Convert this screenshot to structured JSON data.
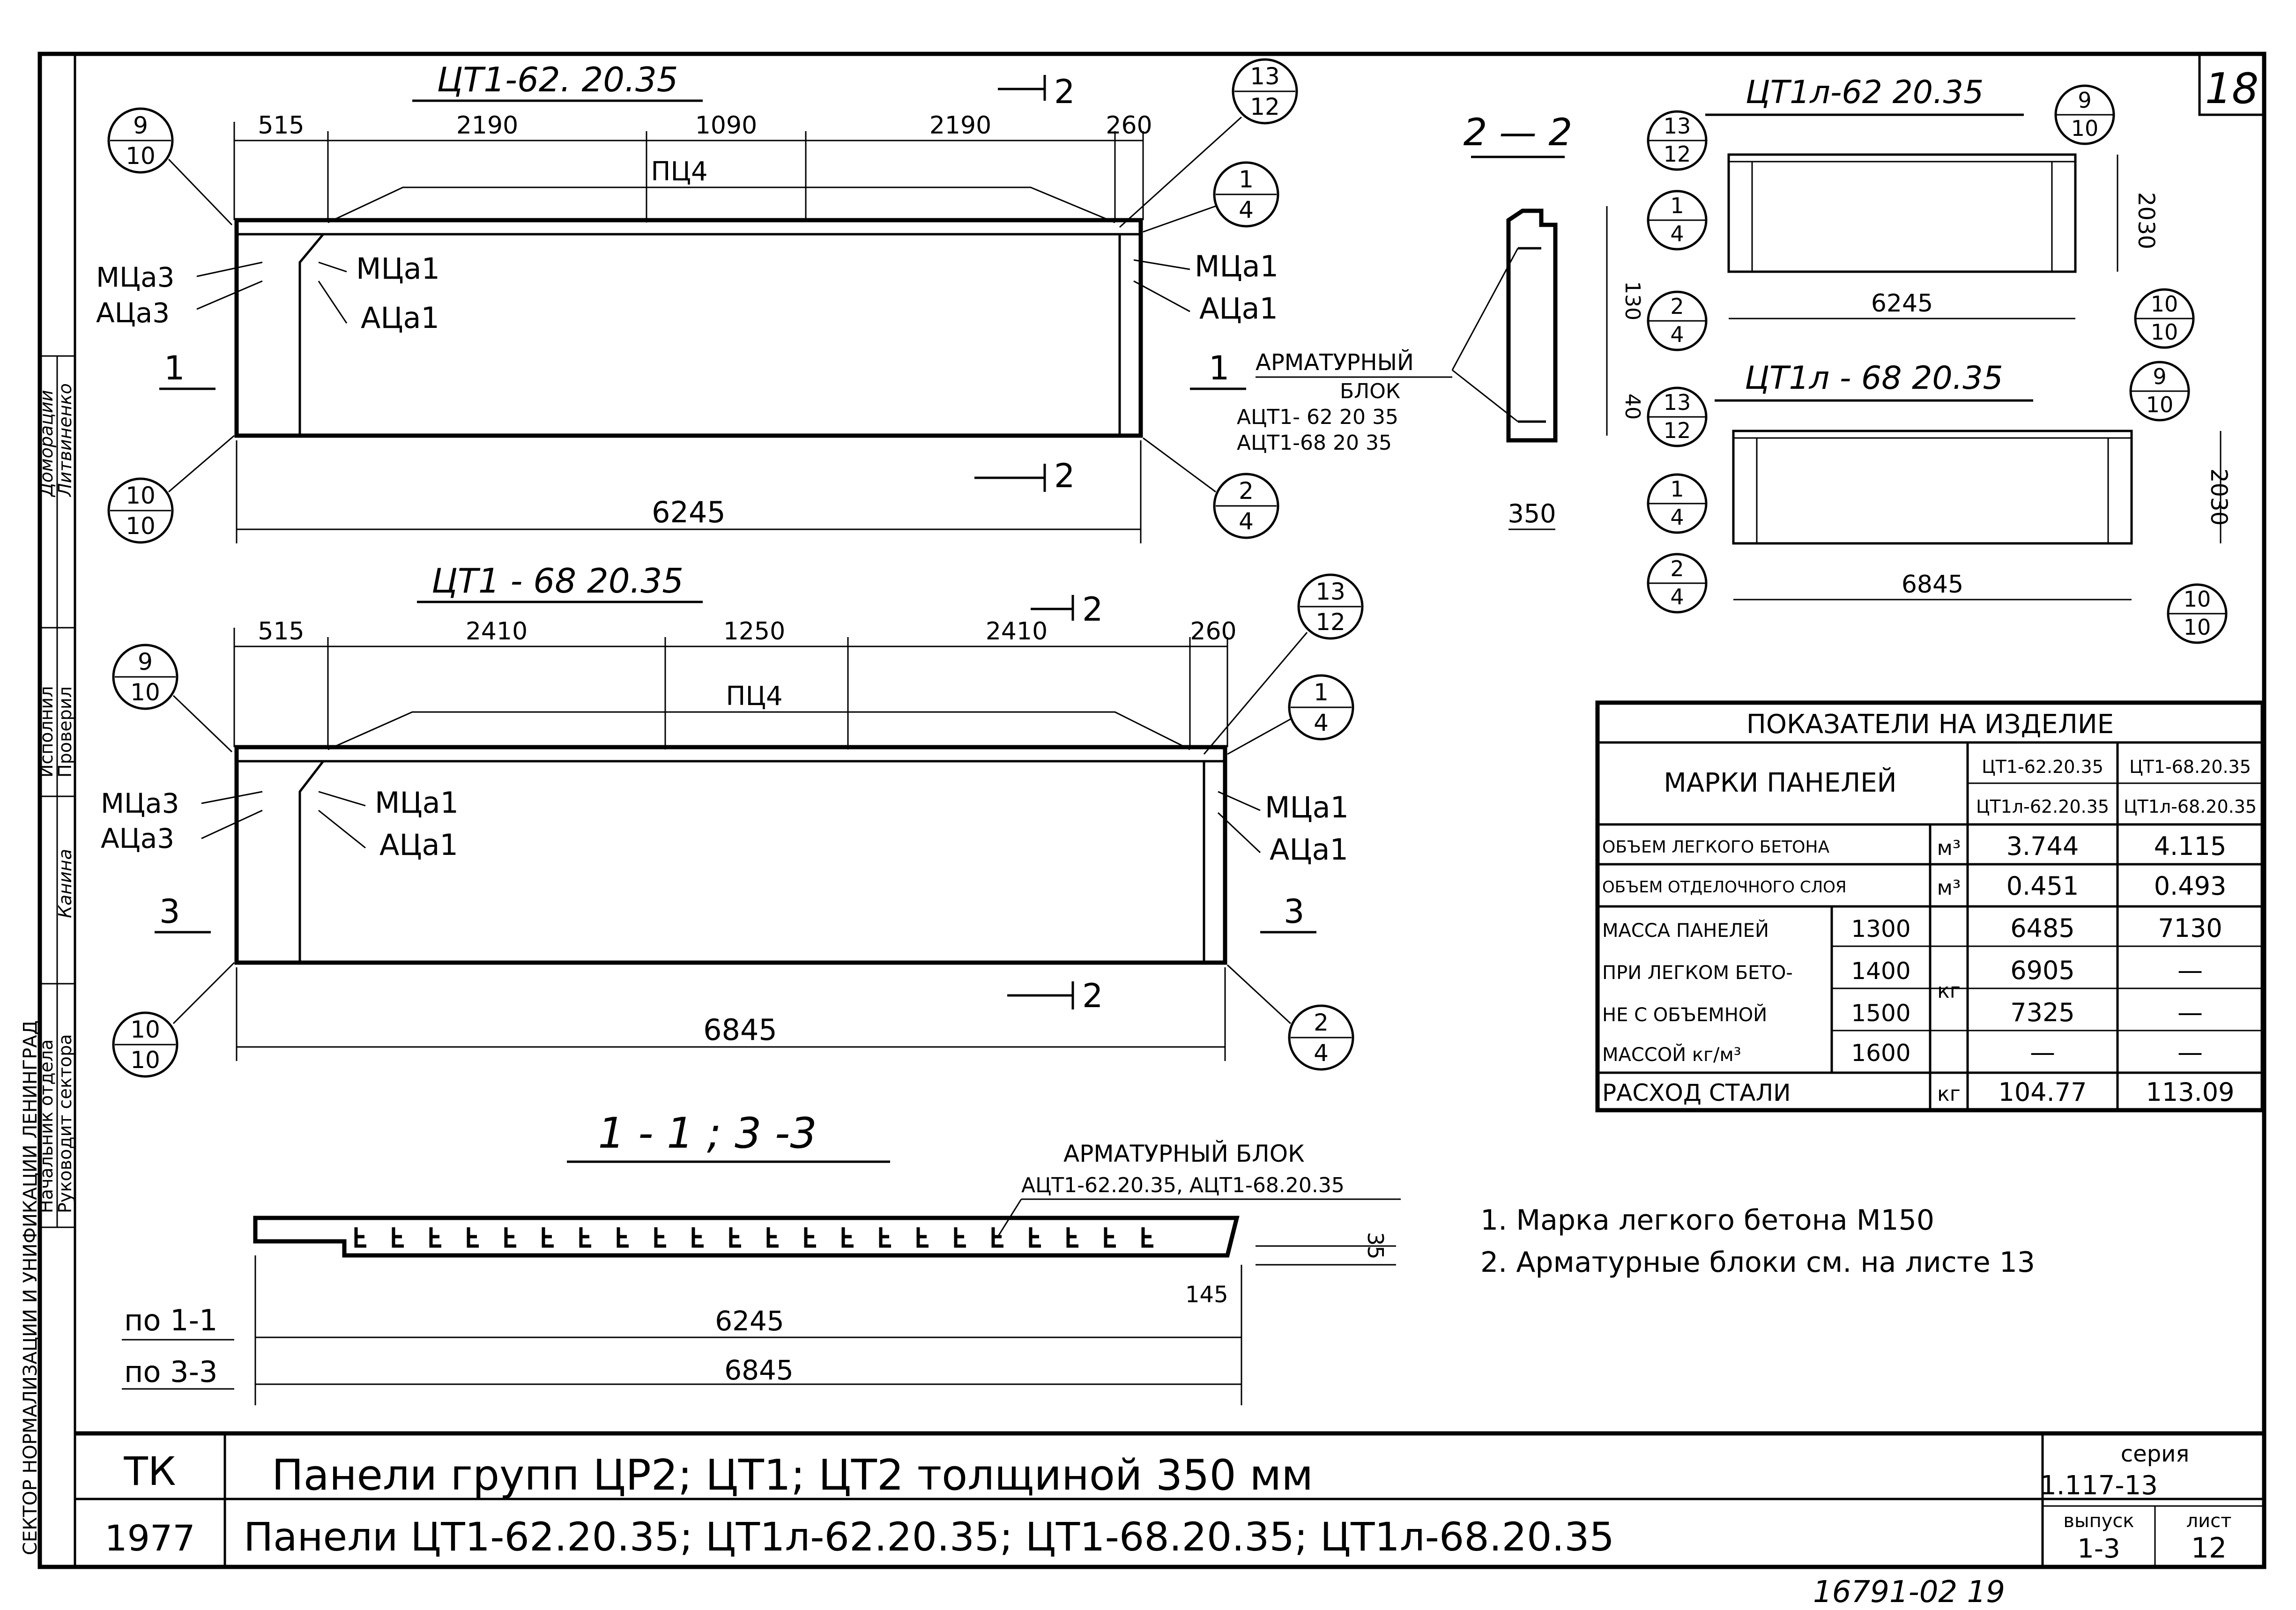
{
  "sheet_number": "18",
  "panel_a": {
    "title": "ЦТ1-62. 20.35",
    "dims": [
      "515",
      "2190",
      "1090",
      "2190",
      "260"
    ],
    "length": "6245",
    "pts_label": "ПЦ4",
    "left_labels": [
      "МЦа3",
      "АЦа3"
    ],
    "mid_labels": [
      "МЦа1",
      "АЦа1"
    ],
    "right_labels": [
      "МЦа1",
      "АЦа1"
    ],
    "section_top": "2",
    "section_bottom": "2",
    "section_left": "1",
    "section_right": "1",
    "bubbles": {
      "tl": [
        "9",
        "10"
      ],
      "tr": [
        "13",
        "12"
      ],
      "r": [
        "1",
        "4"
      ],
      "bl": [
        "10",
        "10"
      ],
      "br": [
        "2",
        "4"
      ]
    }
  },
  "panel_b": {
    "title": "ЦТ1 - 68 20.35",
    "dims": [
      "515",
      "2410",
      "1250",
      "2410",
      "260"
    ],
    "length": "6845",
    "pts_label": "ПЦ4",
    "left_labels": [
      "МЦа3",
      "АЦа3"
    ],
    "mid_labels": [
      "МЦа1",
      "АЦа1"
    ],
    "right_labels": [
      "МЦа1",
      "АЦа1"
    ],
    "section_top": "2",
    "section_bottom": "2",
    "section_left": "3",
    "section_right": "3",
    "bubbles": {
      "tl": [
        "9",
        "10"
      ],
      "tr": [
        "13",
        "12"
      ],
      "r": [
        "1",
        "4"
      ],
      "bl": [
        "10",
        "10"
      ],
      "br": [
        "2",
        "4"
      ]
    }
  },
  "section_22": {
    "title": "2 — 2",
    "dim_top": "130",
    "dim_bottom": "40",
    "width": "350",
    "block_label": "АРМАТУРНЫЙ",
    "block_label2": "БЛОК",
    "block_marks": [
      "АЦТ1- 62 20 35",
      "АЦТ1-68 20 35"
    ]
  },
  "elev_a": {
    "title": "ЦТ1л-62 20.35",
    "length": "6245",
    "height": "2030",
    "bubbles": {
      "tl": [
        "13",
        "12"
      ],
      "tr": [
        "9",
        "10"
      ],
      "l": [
        "1",
        "4"
      ],
      "bl": [
        "2",
        "4"
      ],
      "br": [
        "10",
        "10"
      ]
    }
  },
  "elev_b": {
    "title": "ЦТ1л - 68 20.35",
    "length": "6845",
    "height": "2030",
    "bubbles": {
      "tl": [
        "13",
        "12"
      ],
      "tr": [
        "9",
        "10"
      ],
      "l": [
        "1",
        "4"
      ],
      "bl": [
        "2",
        "4"
      ],
      "br": [
        "10",
        "10"
      ]
    }
  },
  "section_13": {
    "title": "1 - 1 ;  3 -3",
    "block_label": "АРМАТУРНЫЙ  БЛОК",
    "block_marks": "АЦТ1-62.20.35, АЦТ1-68.20.35",
    "dim_35": "35",
    "dim_145": "145",
    "label_11": "по 1-1",
    "label_33": "по 3-3",
    "len_11": "6245",
    "len_33": "6845"
  },
  "table": {
    "title": "ПОКАЗАТЕЛИ НА ИЗДЕЛИЕ",
    "marks_header": "МАРКИ ПАНЕЛЕЙ",
    "col1": [
      "ЦТ1-62.20.35",
      "ЦТ1л-62.20.35"
    ],
    "col2": [
      "ЦТ1-68.20.35",
      "ЦТ1л-68.20.35"
    ],
    "row_volume_light": {
      "label": "ОБЪЕМ ЛЕГКОГО БЕТОНА",
      "unit": "м³",
      "v1": "3.744",
      "v2": "4.115"
    },
    "row_volume_finish": {
      "label": "ОБЪЕМ ОТДЕЛОЧНОГО СЛОЯ",
      "unit": "м³",
      "v1": "0.451",
      "v2": "0.493"
    },
    "mass_labels": [
      "МАССА ПАНЕЛЕЙ",
      "ПРИ ЛЕГКОМ БЕТО-",
      "НЕ С ОБЪЕМНОЙ",
      "МАССОЙ кг/м³"
    ],
    "mass_unit": "кг",
    "mass_rows": [
      {
        "density": "1300",
        "v1": "6485",
        "v2": "7130"
      },
      {
        "density": "1400",
        "v1": "6905",
        "v2": "—"
      },
      {
        "density": "1500",
        "v1": "7325",
        "v2": "—"
      },
      {
        "density": "1600",
        "v1": "—",
        "v2": "—"
      }
    ],
    "row_steel": {
      "label": "РАСХОД СТАЛИ",
      "unit": "кг",
      "v1": "104.77",
      "v2": "113.09"
    }
  },
  "notes": [
    "1. Марка легкого бетона М150",
    "2. Арматурные блоки см. на листе 13"
  ],
  "side_stamp": {
    "roles": [
      "Начальник отдела",
      "Руководит сектора",
      "Исполнил",
      "Проверил"
    ],
    "names": [
      "Домораций",
      "Литвиненко",
      "Канина"
    ],
    "org": "СЕКТОР НОРМАЛИЗАЦИИ И УНИФИКАЦИИ ЛЕНИНГРАД"
  },
  "title_block": {
    "tk": "ТК",
    "year": "1977",
    "line1": "Панели групп   ЦР2;  ЦТ1;  ЦТ2          толщиной  350 мм",
    "line2": "Панели ЦТ1-62.20.35; ЦТ1л-62.20.35; ЦТ1-68.20.35; ЦТ1л-68.20.35",
    "series_label": "серия",
    "series_value": "1.117-13",
    "issue_label": "выпуск",
    "issue_value": "1-3",
    "sheet_label": "лист",
    "sheet_value": "12"
  },
  "archive_number": "16791-02 19"
}
